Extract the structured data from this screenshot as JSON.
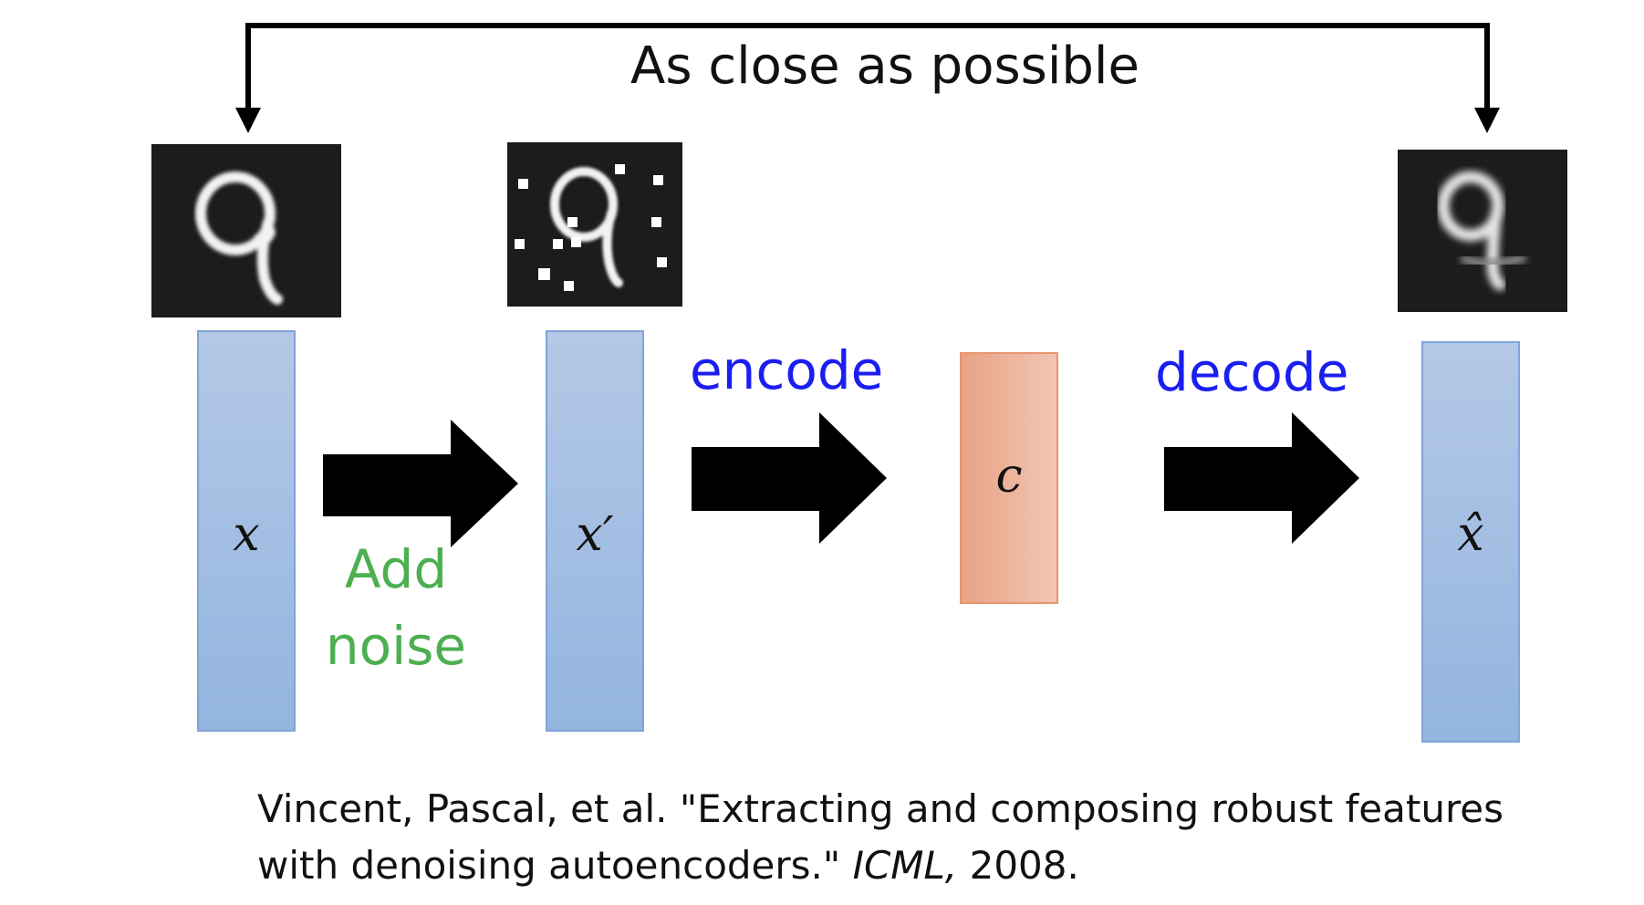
{
  "title": "As close as possible",
  "vectors": {
    "x": "x",
    "x_noisy": "x′",
    "code": "c",
    "x_hat": "x̂"
  },
  "labels": {
    "add_line1": "Add",
    "add_line2": "noise",
    "encode": "encode",
    "decode": "decode"
  },
  "citation": {
    "line1": "Vincent, Pascal, et al. \"Extracting and composing robust features",
    "line2_pre": "with denoising autoencoders.\" ",
    "venue": "ICML,",
    "year": " 2008."
  },
  "colors": {
    "vector_fill": "#a9c2e4",
    "code_fill": "#eeb39c",
    "encode_decode_text": "#1a1ef0",
    "noise_text": "#4caf50"
  }
}
